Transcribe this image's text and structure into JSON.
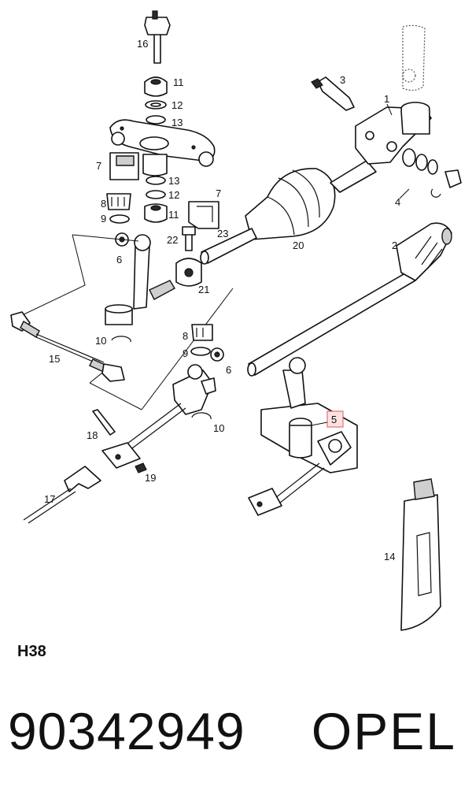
{
  "diagram": {
    "callouts": [
      {
        "id": "c1",
        "label": "1"
      },
      {
        "id": "c2",
        "label": "2"
      },
      {
        "id": "c3",
        "label": "3"
      },
      {
        "id": "c4",
        "label": "4"
      },
      {
        "id": "c5",
        "label": "5",
        "highlighted": true
      },
      {
        "id": "c6a",
        "label": "6"
      },
      {
        "id": "c6b",
        "label": "6"
      },
      {
        "id": "c7a",
        "label": "7"
      },
      {
        "id": "c7b",
        "label": "7"
      },
      {
        "id": "c8a",
        "label": "8"
      },
      {
        "id": "c8b",
        "label": "8"
      },
      {
        "id": "c9a",
        "label": "9"
      },
      {
        "id": "c9b",
        "label": "9"
      },
      {
        "id": "c10a",
        "label": "10"
      },
      {
        "id": "c10b",
        "label": "10"
      },
      {
        "id": "c11a",
        "label": "11"
      },
      {
        "id": "c11b",
        "label": "11"
      },
      {
        "id": "c12a",
        "label": "12"
      },
      {
        "id": "c12b",
        "label": "12"
      },
      {
        "id": "c13a",
        "label": "13"
      },
      {
        "id": "c13b",
        "label": "13"
      },
      {
        "id": "c14",
        "label": "14"
      },
      {
        "id": "c15",
        "label": "15"
      },
      {
        "id": "c16",
        "label": "16"
      },
      {
        "id": "c17",
        "label": "17"
      },
      {
        "id": "c18",
        "label": "18"
      },
      {
        "id": "c19",
        "label": "19"
      },
      {
        "id": "c20",
        "label": "20"
      },
      {
        "id": "c21",
        "label": "21"
      },
      {
        "id": "c22",
        "label": "22"
      },
      {
        "id": "c23",
        "label": "23"
      }
    ],
    "highlight_color": "#e05555"
  },
  "section_code": "H38",
  "part_number": "90342949",
  "brand": "OPEL"
}
